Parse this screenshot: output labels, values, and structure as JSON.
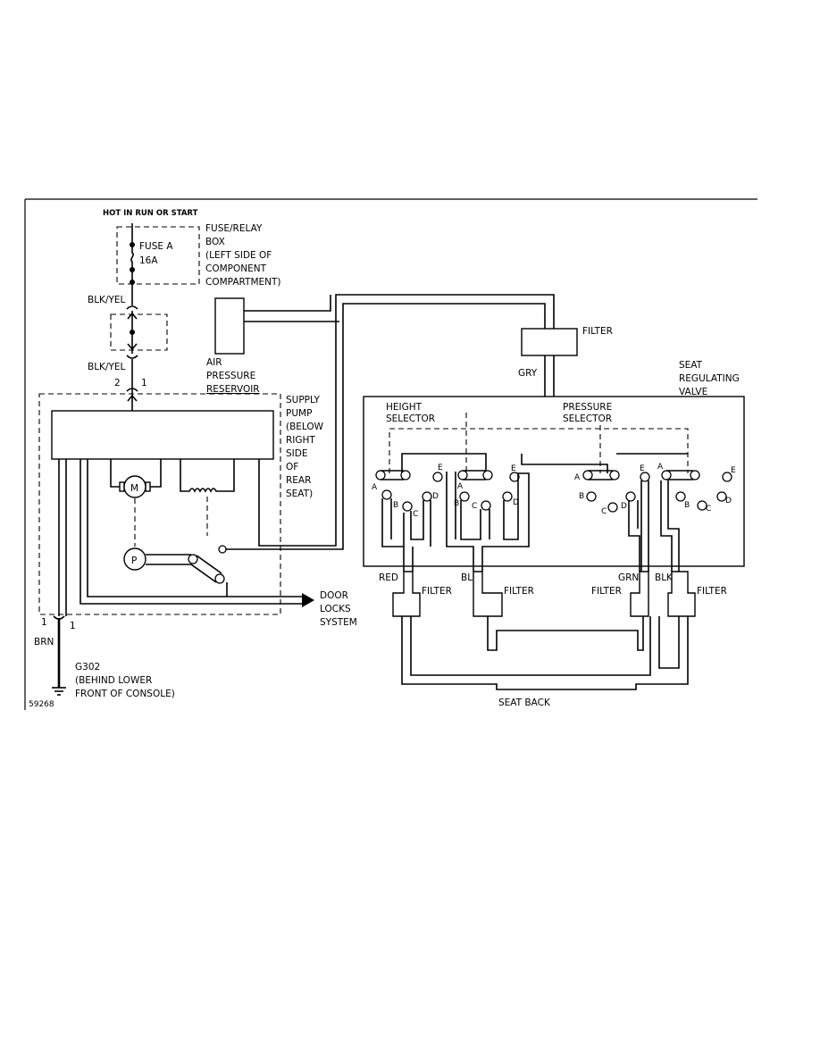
{
  "power": {
    "source_label": "HOT IN RUN OR START",
    "fuse_label": "FUSE A",
    "fuse_rating": "16A",
    "fuse_box_label": [
      "FUSE/RELAY",
      "BOX",
      "(LEFT SIDE OF",
      "COMPONENT",
      "COMPARTMENT)"
    ]
  },
  "wires": {
    "blk_yel_1": "BLK/YEL",
    "blk_yel_2": "BLK/YEL",
    "brn": "BRN"
  },
  "connectors": {
    "c1_pin_left": "2",
    "c1_pin_right": "1",
    "c2_pin_left": "1",
    "c2_pin_right": "1"
  },
  "pump": {
    "label": [
      "SUPPLY",
      "PUMP",
      "(BELOW",
      "RIGHT",
      "SIDE",
      "OF",
      "REAR",
      "SEAT)"
    ],
    "motor_symbol": "M",
    "pump_symbol": "P"
  },
  "door_locks": [
    "DOOR",
    "LOCKS",
    "SYSTEM"
  ],
  "ground": [
    "G302",
    "(BEHIND LOWER",
    "FRONT OF CONSOLE)"
  ],
  "reservoir": [
    "AIR",
    "PRESSURE",
    "RESERVOIR"
  ],
  "filters": {
    "top": "FILTER",
    "red": "FILTER",
    "blu": "FILTER",
    "grn": "FILTER",
    "blk": "FILTER"
  },
  "hoses": {
    "gry": "GRY",
    "red": "RED",
    "blu": "BLU",
    "grn": "GRN",
    "blk": "BLK"
  },
  "valve": {
    "label": [
      "SEAT",
      "REGULATING",
      "VALVE"
    ],
    "height_selector": [
      "HEIGHT",
      "SELECTOR"
    ],
    "pressure_selector": [
      "PRESSURE",
      "SELECTOR"
    ],
    "ports": [
      "A",
      "B",
      "C",
      "D",
      "E"
    ]
  },
  "seat_back": "SEAT BACK",
  "figure_id": "59268"
}
